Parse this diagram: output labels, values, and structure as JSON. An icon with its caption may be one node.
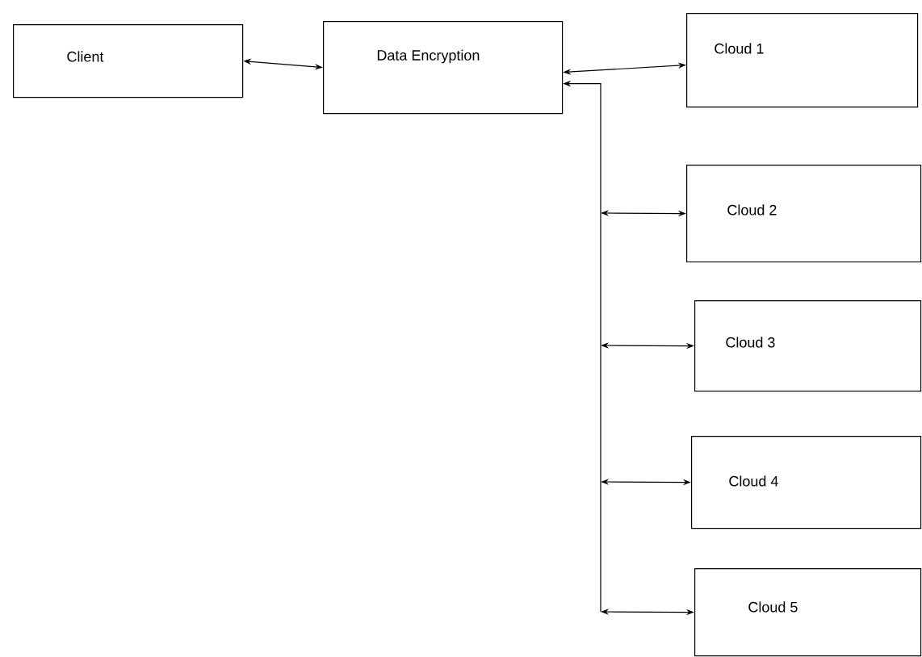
{
  "diagram": {
    "nodes": [
      {
        "text": [
          "Client"
        ]
      },
      {
        "text": [
          "Data Encryption"
        ]
      },
      {
        "text": [
          "Cloud 1"
        ]
      },
      {
        "text": [
          "Cloud 2"
        ]
      },
      {
        "text": [
          "Cloud 3"
        ]
      },
      {
        "text": [
          "Cloud 4"
        ]
      },
      {
        "text": [
          "Cloud 5"
        ]
      }
    ],
    "edges": [
      {
        "from": 0,
        "to": 1,
        "arrow": "both"
      },
      {
        "from": 1,
        "to": 2,
        "arrow": "both"
      },
      {
        "from": 1,
        "to": 3,
        "arrow": "both"
      },
      {
        "from": 1,
        "to": 4,
        "arrow": "both"
      },
      {
        "from": 1,
        "to": 5,
        "arrow": "both"
      },
      {
        "from": 1,
        "to": 6,
        "arrow": "both"
      }
    ]
  }
}
